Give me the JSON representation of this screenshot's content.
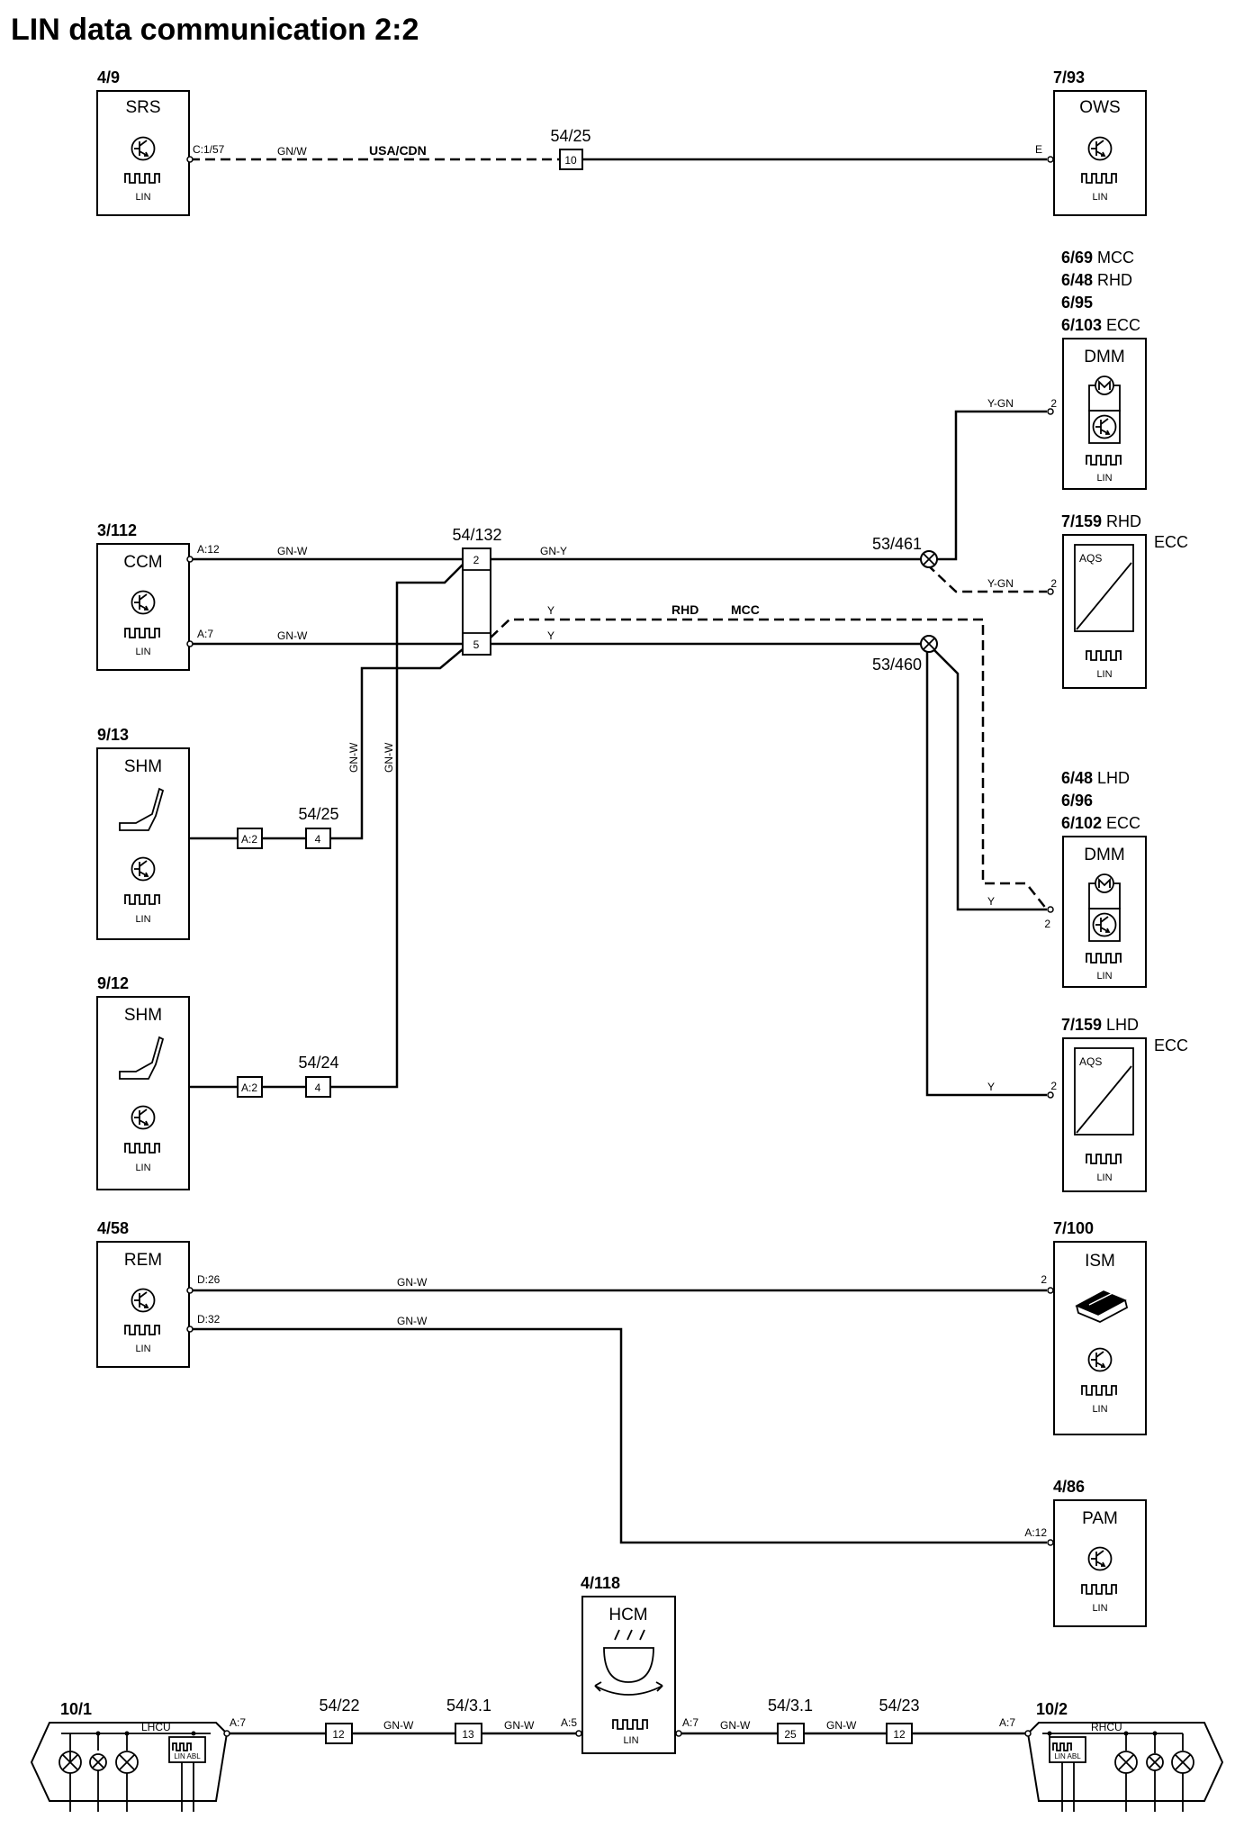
{
  "title": "LIN data communication 2:2",
  "lin_label": "LIN",
  "modules": {
    "srs": {
      "ref": "4/9",
      "name": "SRS"
    },
    "ows": {
      "ref": "7/93",
      "name": "OWS"
    },
    "dmm_top": {
      "ref_lines": [
        {
          "bold": "6/69",
          "normal": " MCC"
        },
        {
          "bold": "6/48",
          "normal": " RHD"
        },
        {
          "bold": "6/95",
          "normal": ""
        },
        {
          "bold": "6/103",
          "normal": " ECC"
        }
      ],
      "name": "DMM"
    },
    "aqs_rhd": {
      "ref_bold": "7/159",
      "ref_normal": " RHD",
      "side": "ECC",
      "inner": "AQS"
    },
    "ccm": {
      "ref": "3/112",
      "name": "CCM"
    },
    "shm1": {
      "ref": "9/13",
      "name": "SHM"
    },
    "shm2": {
      "ref": "9/12",
      "name": "SHM"
    },
    "dmm_bottom": {
      "ref_lines": [
        {
          "bold": "6/48",
          "normal": " LHD"
        },
        {
          "bold": "6/96",
          "normal": ""
        },
        {
          "bold": "6/102",
          "normal": " ECC"
        }
      ],
      "name": "DMM"
    },
    "aqs_lhd": {
      "ref_bold": "7/159",
      "ref_normal": " LHD",
      "side": "ECC",
      "inner": "AQS"
    },
    "rem": {
      "ref": "4/58",
      "name": "REM"
    },
    "ism": {
      "ref": "7/100",
      "name": "ISM"
    },
    "pam": {
      "ref": "4/86",
      "name": "PAM"
    },
    "hcm": {
      "ref": "4/118",
      "name": "HCM"
    },
    "lhcu": {
      "ref": "10/1",
      "name": "LHCU",
      "inner": "LIN ABL"
    },
    "rhcu": {
      "ref": "10/2",
      "name": "RHCU",
      "inner": "LIN ABL"
    }
  },
  "pins": {
    "srs": "C:1/57",
    "ows": "E",
    "dmm_top": "2",
    "aqs_rhd": "2",
    "ccm_a12": "A:12",
    "ccm_a7": "A:7",
    "dmm_bottom": "2",
    "aqs_lhd": "2",
    "rem_d26": "D:26",
    "rem_d32": "D:32",
    "ism": "2",
    "pam": "A:12",
    "lhcu": "A:7",
    "hcm_left": "A:5",
    "hcm_right": "A:7",
    "rhcu": "A:7"
  },
  "connectors": {
    "c5425_top": {
      "label": "54/25",
      "pin": "10"
    },
    "c54132": {
      "label": "54/132",
      "pin_top": "2",
      "pin_bottom": "5"
    },
    "c5425_shm": {
      "label": "54/25",
      "pin": "4"
    },
    "c5424": {
      "label": "54/24",
      "pin": "4"
    },
    "c_a2_1": {
      "pin": "A:2"
    },
    "c_a2_2": {
      "pin": "A:2"
    },
    "c5422": {
      "label": "54/22",
      "pin": "12"
    },
    "c5431_left": {
      "label": "54/3.1",
      "pin": "13"
    },
    "c5431_right": {
      "label": "54/3.1",
      "pin": "25"
    },
    "c5423": {
      "label": "54/23",
      "pin": "12"
    }
  },
  "splices": {
    "s461": "53/461",
    "s460": "53/460"
  },
  "wires": {
    "srs_ows": "GN/W",
    "usa_cdn": "USA/CDN",
    "ccm_top": "GN-W",
    "ccm_bottom": "GN-W",
    "to_461": "GN-Y",
    "dmm_top": "Y-GN",
    "aqs_rhd": "Y-GN",
    "y_dashed": "Y",
    "y_solid": "Y",
    "rhd": "RHD",
    "mcc": "MCC",
    "shm_vert1": "GN-W",
    "shm_vert2": "GN-W",
    "dmm_bottom": "Y",
    "aqs_lhd": "Y",
    "rem_ism": "GN-W",
    "rem_pam": "GN-W",
    "h1": "GN-W",
    "h2": "GN-W",
    "h3": "GN-W",
    "h4": "GN-W"
  },
  "icons": [
    "transistor-icon",
    "lin-pulse-icon",
    "motor-icon",
    "seat-icon",
    "ism-lever-icon",
    "headlamp-icon",
    "lamp-icon",
    "aqs-sensor-icon",
    "splice-icon"
  ]
}
